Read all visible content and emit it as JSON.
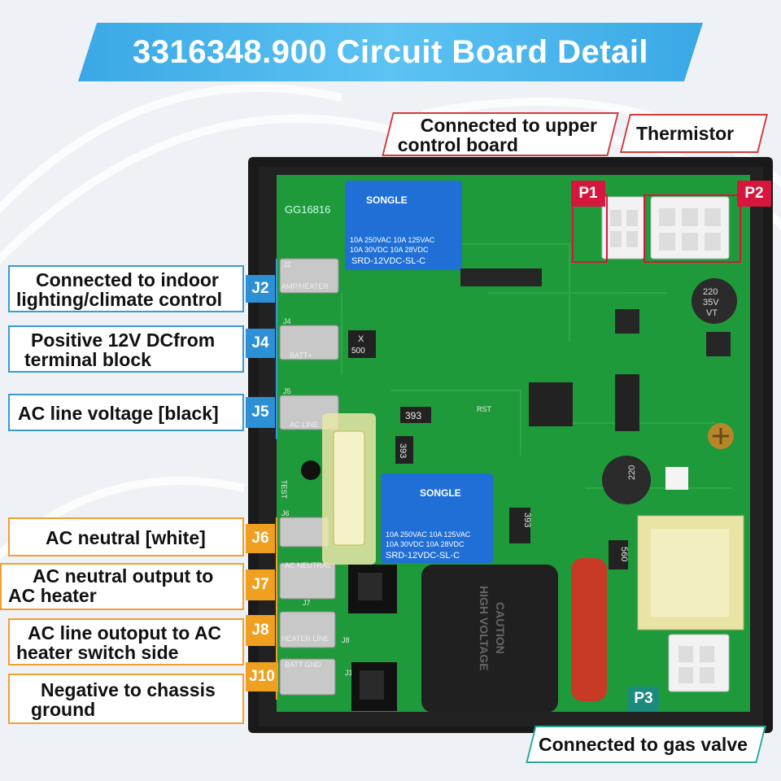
{
  "title": "3316348.900 Circuit Board Detail",
  "callouts": {
    "upper_board": [
      "Connected to upper",
      "control board"
    ],
    "thermistor": "Thermistor",
    "j2": [
      "Connected to indoor",
      "lighting/climate control"
    ],
    "j4": [
      "Positive 12V DCfrom",
      "terminal block"
    ],
    "j5": "AC line voltage [black]",
    "j6": "AC neutral [white]",
    "j7": [
      "AC neutral output to",
      "AC heater"
    ],
    "j8": [
      "AC line outoput to AC",
      "heater switch side"
    ],
    "j10": [
      "Negative to chassis",
      "ground"
    ],
    "gas_valve": "Connected to gas valve"
  },
  "tags": {
    "p1": "P1",
    "p2": "P2",
    "p3": "P3",
    "j2": "J2",
    "j4": "J4",
    "j5": "J5",
    "j6": "J6",
    "j7": "J7",
    "j8": "J8",
    "j10": "J10"
  },
  "board": {
    "part_number": "GG16816",
    "relay_brand": "SONGLE",
    "relay_rating_1": "10A 250VAC  10A 125VAC",
    "relay_rating_2": "10A 30VDC   10A 28VDC",
    "relay_model": "SRD-12VDC-SL-C",
    "cap_rating": [
      "220",
      "35V",
      "VT"
    ],
    "resistor_393": "393",
    "resistor_560": "560",
    "caution": [
      "CAUTION",
      "HIGH VOLTAGE"
    ],
    "silk_j2": "AMP/HEATER",
    "silk_j4": "BATT+",
    "silk_j5": "AC LINE",
    "silk_j7": "AC NEUTRAL",
    "silk_j8": "HEATER LINE",
    "silk_j10": "BATT GND",
    "silk_test": "TEST",
    "silk_rst": "RST",
    "diode_x": "X",
    "diode_500": "500",
    "silk_j2_label": "J2",
    "silk_j4_label": "J4",
    "silk_j5_label": "J5",
    "silk_j6_label": "J6",
    "silk_j7_label": "J7",
    "silk_j8_label": "J8",
    "silk_j10_label": "J10"
  }
}
